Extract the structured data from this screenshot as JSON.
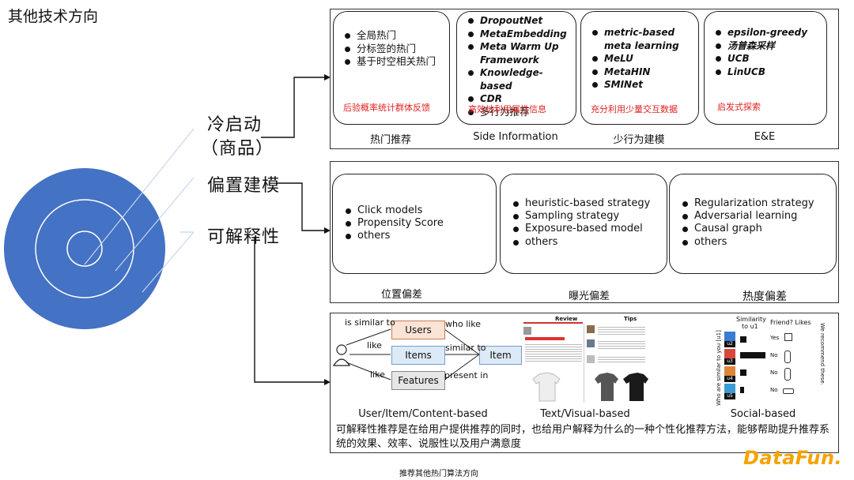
{
  "slide_title": "其他技术方向",
  "left_labels": {
    "cold_start_line1": "冷启动",
    "cold_start_line2": "（商品）",
    "bias": "偏置建模",
    "explain": "可解释性"
  },
  "cold_start": {
    "cards": [
      {
        "items": [
          "全局热门",
          "分标签的热门",
          "基于时空相关热门"
        ],
        "note": "后验概率统计群体反馈",
        "caption": "热门推荐"
      },
      {
        "items": [
          "DropoutNet",
          "MetaEmbedding",
          "Meta Warm Up Framework",
          "Knowledge-based",
          "CDR",
          "多行为推荐"
        ],
        "note": "高效地利用属性信息",
        "caption": "Side Information"
      },
      {
        "items": [
          "metric-based meta learning",
          "MeLU",
          "MetaHIN",
          "SMINet"
        ],
        "note": "充分利用少量交互数据",
        "caption": "少行为建模"
      },
      {
        "items": [
          "epsilon-greedy",
          "汤普森采样",
          "UCB",
          "LinUCB"
        ],
        "note": "启发式探索",
        "caption": "E&E"
      }
    ]
  },
  "bias": {
    "cards": [
      {
        "items": [
          "Click models",
          "Propensity Score",
          "others"
        ],
        "caption": "位置偏差"
      },
      {
        "items": [
          "heuristic-based strategy",
          "Sampling strategy",
          "Exposure-based model",
          "others"
        ],
        "caption": "曝光偏差"
      },
      {
        "items": [
          "Regularization strategy",
          "Adversarial learning",
          "Causal graph",
          "others"
        ],
        "caption": "热度偏差"
      }
    ]
  },
  "explain": {
    "graph": {
      "is_similar_to": "is similar to",
      "who_like": "who like",
      "like1": "like",
      "like2": "like",
      "similar_to": "similar to",
      "present_in": "present in",
      "users": "Users",
      "items": "Items",
      "features": "Features",
      "item": "Item"
    },
    "captions": [
      "User/Item/Content-based",
      "Text/Visual-based",
      "Social-based"
    ],
    "review_header": "Review",
    "tips_header": "Tips",
    "social": {
      "similarity_title": "Similarity",
      "similarity_sub": "to u1",
      "friend_likes": "Friend? Likes",
      "side_left": "Who are similar to you [u1]",
      "side_right": "We recommend these.",
      "rows": [
        "Yes",
        "No",
        "No",
        "No"
      ],
      "badges": [
        "u2",
        "u3",
        "u4",
        "u5"
      ]
    },
    "description": "可解释性推荐是在给用户提供推荐的同时，也给用户解释为什么的一种个性化推荐方法，能够帮助提升推荐系统的效果、效率、说服性以及用户满意度"
  },
  "footer_caption": "推荐其他热门算法方向",
  "logo": "DataFun.",
  "colors": {
    "circle_blue": "#4472c4",
    "accent_red": "#e02020",
    "users_fill": "#fbe3d6",
    "items_fill": "#dce9f7",
    "features_fill": "#e6e6e6",
    "logo_orange": "#f5a300"
  }
}
